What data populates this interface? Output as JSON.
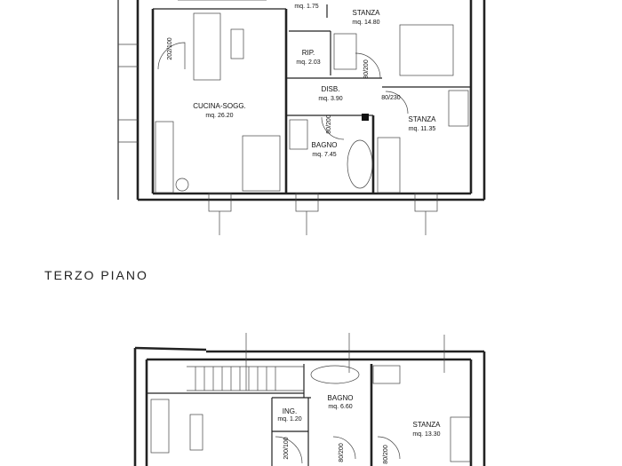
{
  "section_title": "TERZO  PIANO",
  "upper_plan": {
    "rooms": [
      {
        "name": "",
        "area": "mq. 1.75"
      },
      {
        "name": "STANZA",
        "area": "mq. 14.80"
      },
      {
        "name": "RIP.",
        "area": "mq. 2.03"
      },
      {
        "name": "CUCINA-SOGG.",
        "area": "mq. 26.20"
      },
      {
        "name": "DISB.",
        "area": "mq. 3.90"
      },
      {
        "name": "STANZA",
        "area": "mq. 11.35"
      },
      {
        "name": "BAGNO",
        "area": "mq. 7.45"
      }
    ],
    "doors": [
      "202/100",
      "80/200",
      "80/230",
      "80/200"
    ]
  },
  "lower_plan": {
    "rooms": [
      {
        "name": "ING.",
        "area": "mq. 1.20"
      },
      {
        "name": "BAGNO",
        "area": "mq. 6.60"
      },
      {
        "name": "STANZA",
        "area": "mq. 13.30"
      }
    ],
    "doors": [
      "200/100",
      "80/200",
      "80/200"
    ]
  }
}
